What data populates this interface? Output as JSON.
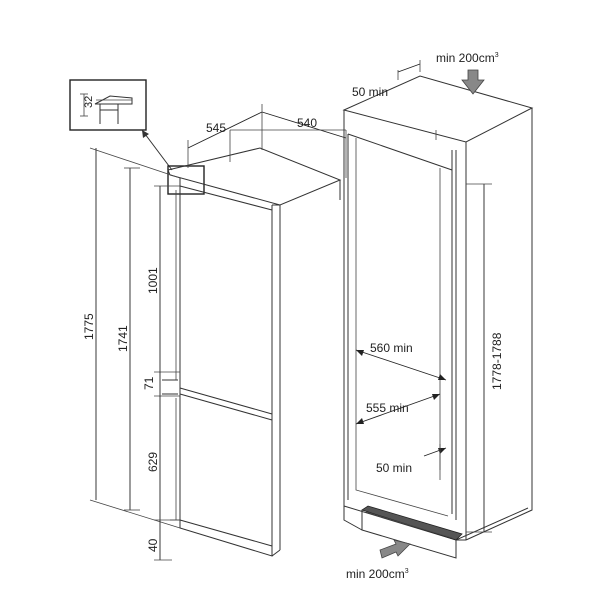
{
  "labels": {
    "top_vent": "min 200cm",
    "bottom_vent": "min 200cm",
    "vent_exponent": "3",
    "gap_top": "50 min",
    "gap_bottom": "50 min",
    "depth_1": "545",
    "depth_2": "540",
    "detail": "32",
    "h_total": "1775",
    "h_body": "1741",
    "h_upper": "1001",
    "h_mid": "71",
    "h_lower": "629",
    "h_base": "40",
    "niche_height": "1778-1788",
    "niche_depth": "560 min",
    "niche_width": "555 min"
  },
  "colors": {
    "line": "#333333",
    "arrow_fill": "#888888",
    "vent_fill": "#555555"
  }
}
